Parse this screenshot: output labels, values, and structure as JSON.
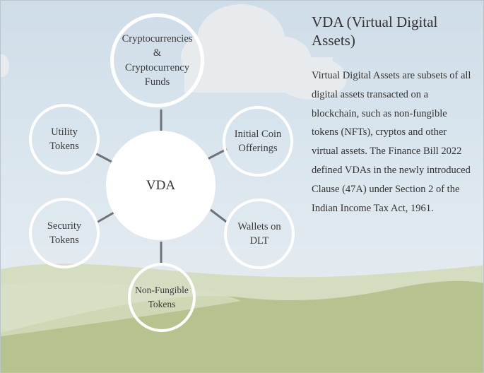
{
  "diagram": {
    "hub_label": "VDA",
    "nodes": [
      {
        "id": "cryptocurrencies",
        "label": "Cryptocurrencies\n&\nCryptocurrency\nFunds"
      },
      {
        "id": "initial-coin-offerings",
        "label": "Initial Coin\nOfferings"
      },
      {
        "id": "wallets-on-dlt",
        "label": "Wallets on\nDLT"
      },
      {
        "id": "non-fungible-tokens",
        "label": "Non-Fungible\nTokens"
      },
      {
        "id": "security-tokens",
        "label": "Security\nTokens"
      },
      {
        "id": "utility-tokens",
        "label": "Utility\nTokens"
      }
    ]
  },
  "panel": {
    "title": "VDA (Virtual Digital Assets)",
    "description": "Virtual Digital Assets are subsets of all digital assets transacted on a blockchain, such as non-fungible tokens (NFTs), cryptos and other virtual assets. The Finance Bill 2022 defined VDAs in the newly introduced Clause (47A) under Section 2 of the Indian Income Tax Act, 1961."
  },
  "colors": {
    "sky": "#d7e3ec",
    "cloud": "#e8ecef",
    "hill_light": "#d3dcbe",
    "hill_dark": "#b8c48f",
    "connector": "#6d7378",
    "circle_border": "#ffffff"
  }
}
